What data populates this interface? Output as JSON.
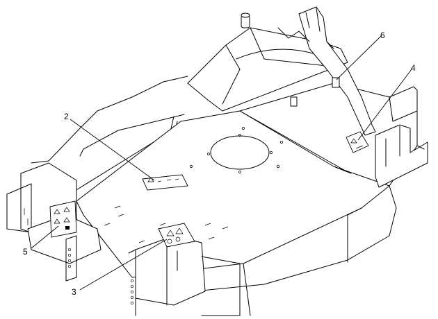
{
  "callouts": [
    {
      "id": "2",
      "label": "2"
    },
    {
      "id": "3",
      "label": "3"
    },
    {
      "id": "4",
      "label": "4"
    },
    {
      "id": "5",
      "label": "5"
    },
    {
      "id": "6",
      "label": "6"
    }
  ]
}
